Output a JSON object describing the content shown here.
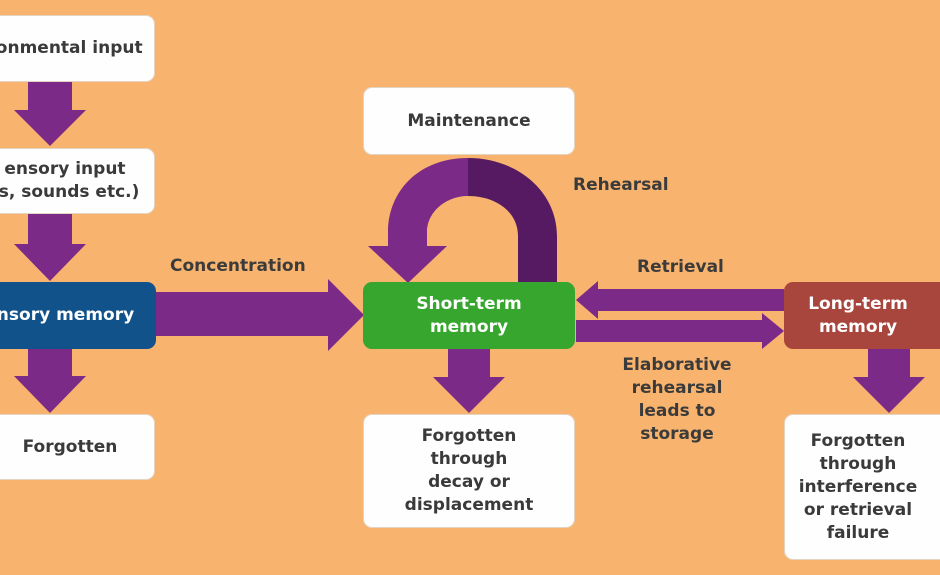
{
  "boxes": {
    "environmental_input": "ronmental input",
    "sensory_input": "ensory input\nts, sounds etc.)",
    "sensory_memory": "nsory memory",
    "forgotten_sensory": "Forgotten",
    "maintenance": "Maintenance",
    "short_term_memory": "Short-term\nmemory",
    "forgotten_stm": "Forgotten\nthrough\ndecay or\ndisplacement",
    "long_term_memory": "Long-term\nmemory",
    "forgotten_ltm": "Forgotten\nthrough\ninterference\nor retrieval\nfailure"
  },
  "labels": {
    "concentration": "Concentration",
    "rehearsal": "Rehearsal",
    "retrieval": "Retrieval",
    "elaborative": "Elaborative\nrehearsal\nleads to\nstorage"
  },
  "colors": {
    "background": "#f8b46e",
    "arrow": "#7c2a87",
    "arrow_dark": "#561a62",
    "sensory_memory": "#11528a",
    "short_term_memory": "#36a62e",
    "long_term_memory": "#a8453d",
    "text": "#3a3a3a"
  }
}
